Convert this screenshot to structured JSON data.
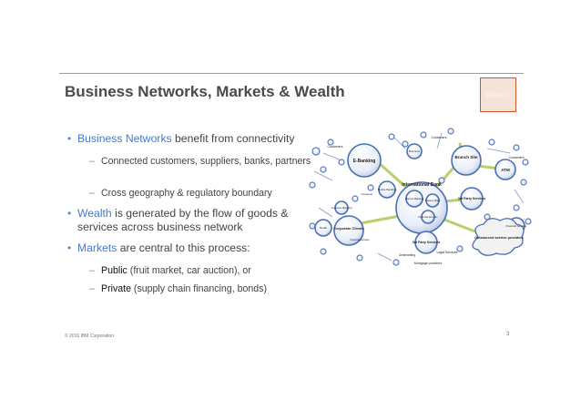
{
  "slide": {
    "title": "Business Networks, Markets & Wealth",
    "badge": "What?",
    "page_number": "3",
    "copyright": "© 2016 IBM Corporation"
  },
  "bullets": {
    "b1_highlight": "Business Networks",
    "b1_rest": " benefit from connectivity",
    "b1_sub1": "Connected customers, suppliers, banks, partners",
    "b1_sub2": "Cross geography & regulatory boundary",
    "b2_highlight": "Wealth",
    "b2_rest": " is generated by the flow of goods & services across business network",
    "b3_highlight": "Markets",
    "b3_rest": " are central to this process:",
    "b3_sub1_highlight": "Public",
    "b3_sub1_rest": " (fruit market, car auction), or",
    "b3_sub2_highlight": "Private",
    "b3_sub2_rest": " (supply chain financing, bonds)"
  },
  "diagram": {
    "nodes": {
      "ebanking": "E-Banking",
      "branch": "Branch Site",
      "atm": "ATM",
      "intl_bank": "International Bank",
      "third_party": "3rd Party Services",
      "corporate": "Corporate Clients",
      "third_party2": "3rd Party Services",
      "outsourced": "Outsourced service providers",
      "customers_tl": "Customers",
      "customers_tr": "Customers",
      "customers_r": "Customers",
      "business": "Business",
      "internet": "Internet Banking",
      "mobile": "Mobile Banking",
      "customer": "Customer",
      "cust_banking": "Customer Banking",
      "retail": "Retail",
      "legal": "Legal Services",
      "mortgage": "Mortgage providers",
      "underwriting": "Underwriting",
      "treasury": "Treasury Bank",
      "financial": "Financial Services",
      "financial2": "Financial Services",
      "financial3": "Financial Services"
    }
  }
}
